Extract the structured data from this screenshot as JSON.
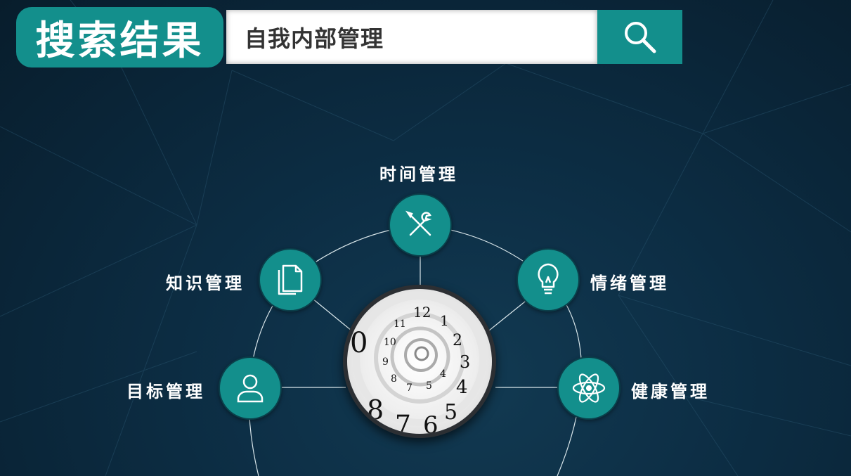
{
  "header": {
    "title": "搜索结果",
    "search_value": "自我内部管理",
    "search_icon": "search-icon"
  },
  "nodes": [
    {
      "label": "时间管理",
      "icon": "tools-icon"
    },
    {
      "label": "知识管理",
      "icon": "documents-icon"
    },
    {
      "label": "情绪管理",
      "icon": "lightbulb-icon"
    },
    {
      "label": "目标管理",
      "icon": "user-icon"
    },
    {
      "label": "健康管理",
      "icon": "atom-icon"
    }
  ],
  "center": {
    "image": "spiral-clock-image"
  },
  "colors": {
    "accent": "#138f8c",
    "background": "#0d2f46",
    "text": "#ffffff"
  }
}
